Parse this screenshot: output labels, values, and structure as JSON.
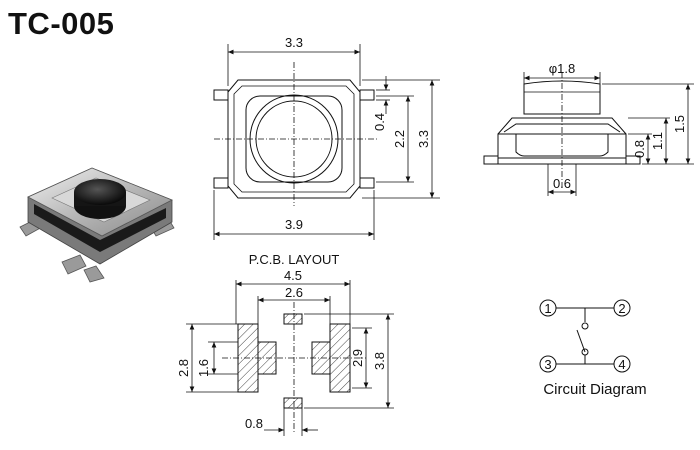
{
  "title": "TC-005",
  "top_view": {
    "dim_width": "3.3",
    "dim_height": "3.3",
    "dim_inner": "2.2",
    "dim_lead": "0.4",
    "dim_overall": "3.9"
  },
  "side_view": {
    "dim_actuator": "φ1.8",
    "dim_body": "0.8",
    "dim_actuator_h": "1.1",
    "dim_total": "1.5",
    "dim_lead": "0.6"
  },
  "pcb_layout": {
    "label": "P.C.B. LAYOUT",
    "dim_outer": "4.5",
    "dim_inner": "2.6",
    "dim_height": "2.8",
    "dim_pad": "1.6",
    "dim_right": "2.9",
    "dim_total": "3.8",
    "dim_small": "0.8"
  },
  "circuit": {
    "label": "Circuit Diagram",
    "pins": [
      "1",
      "2",
      "3",
      "4"
    ]
  }
}
